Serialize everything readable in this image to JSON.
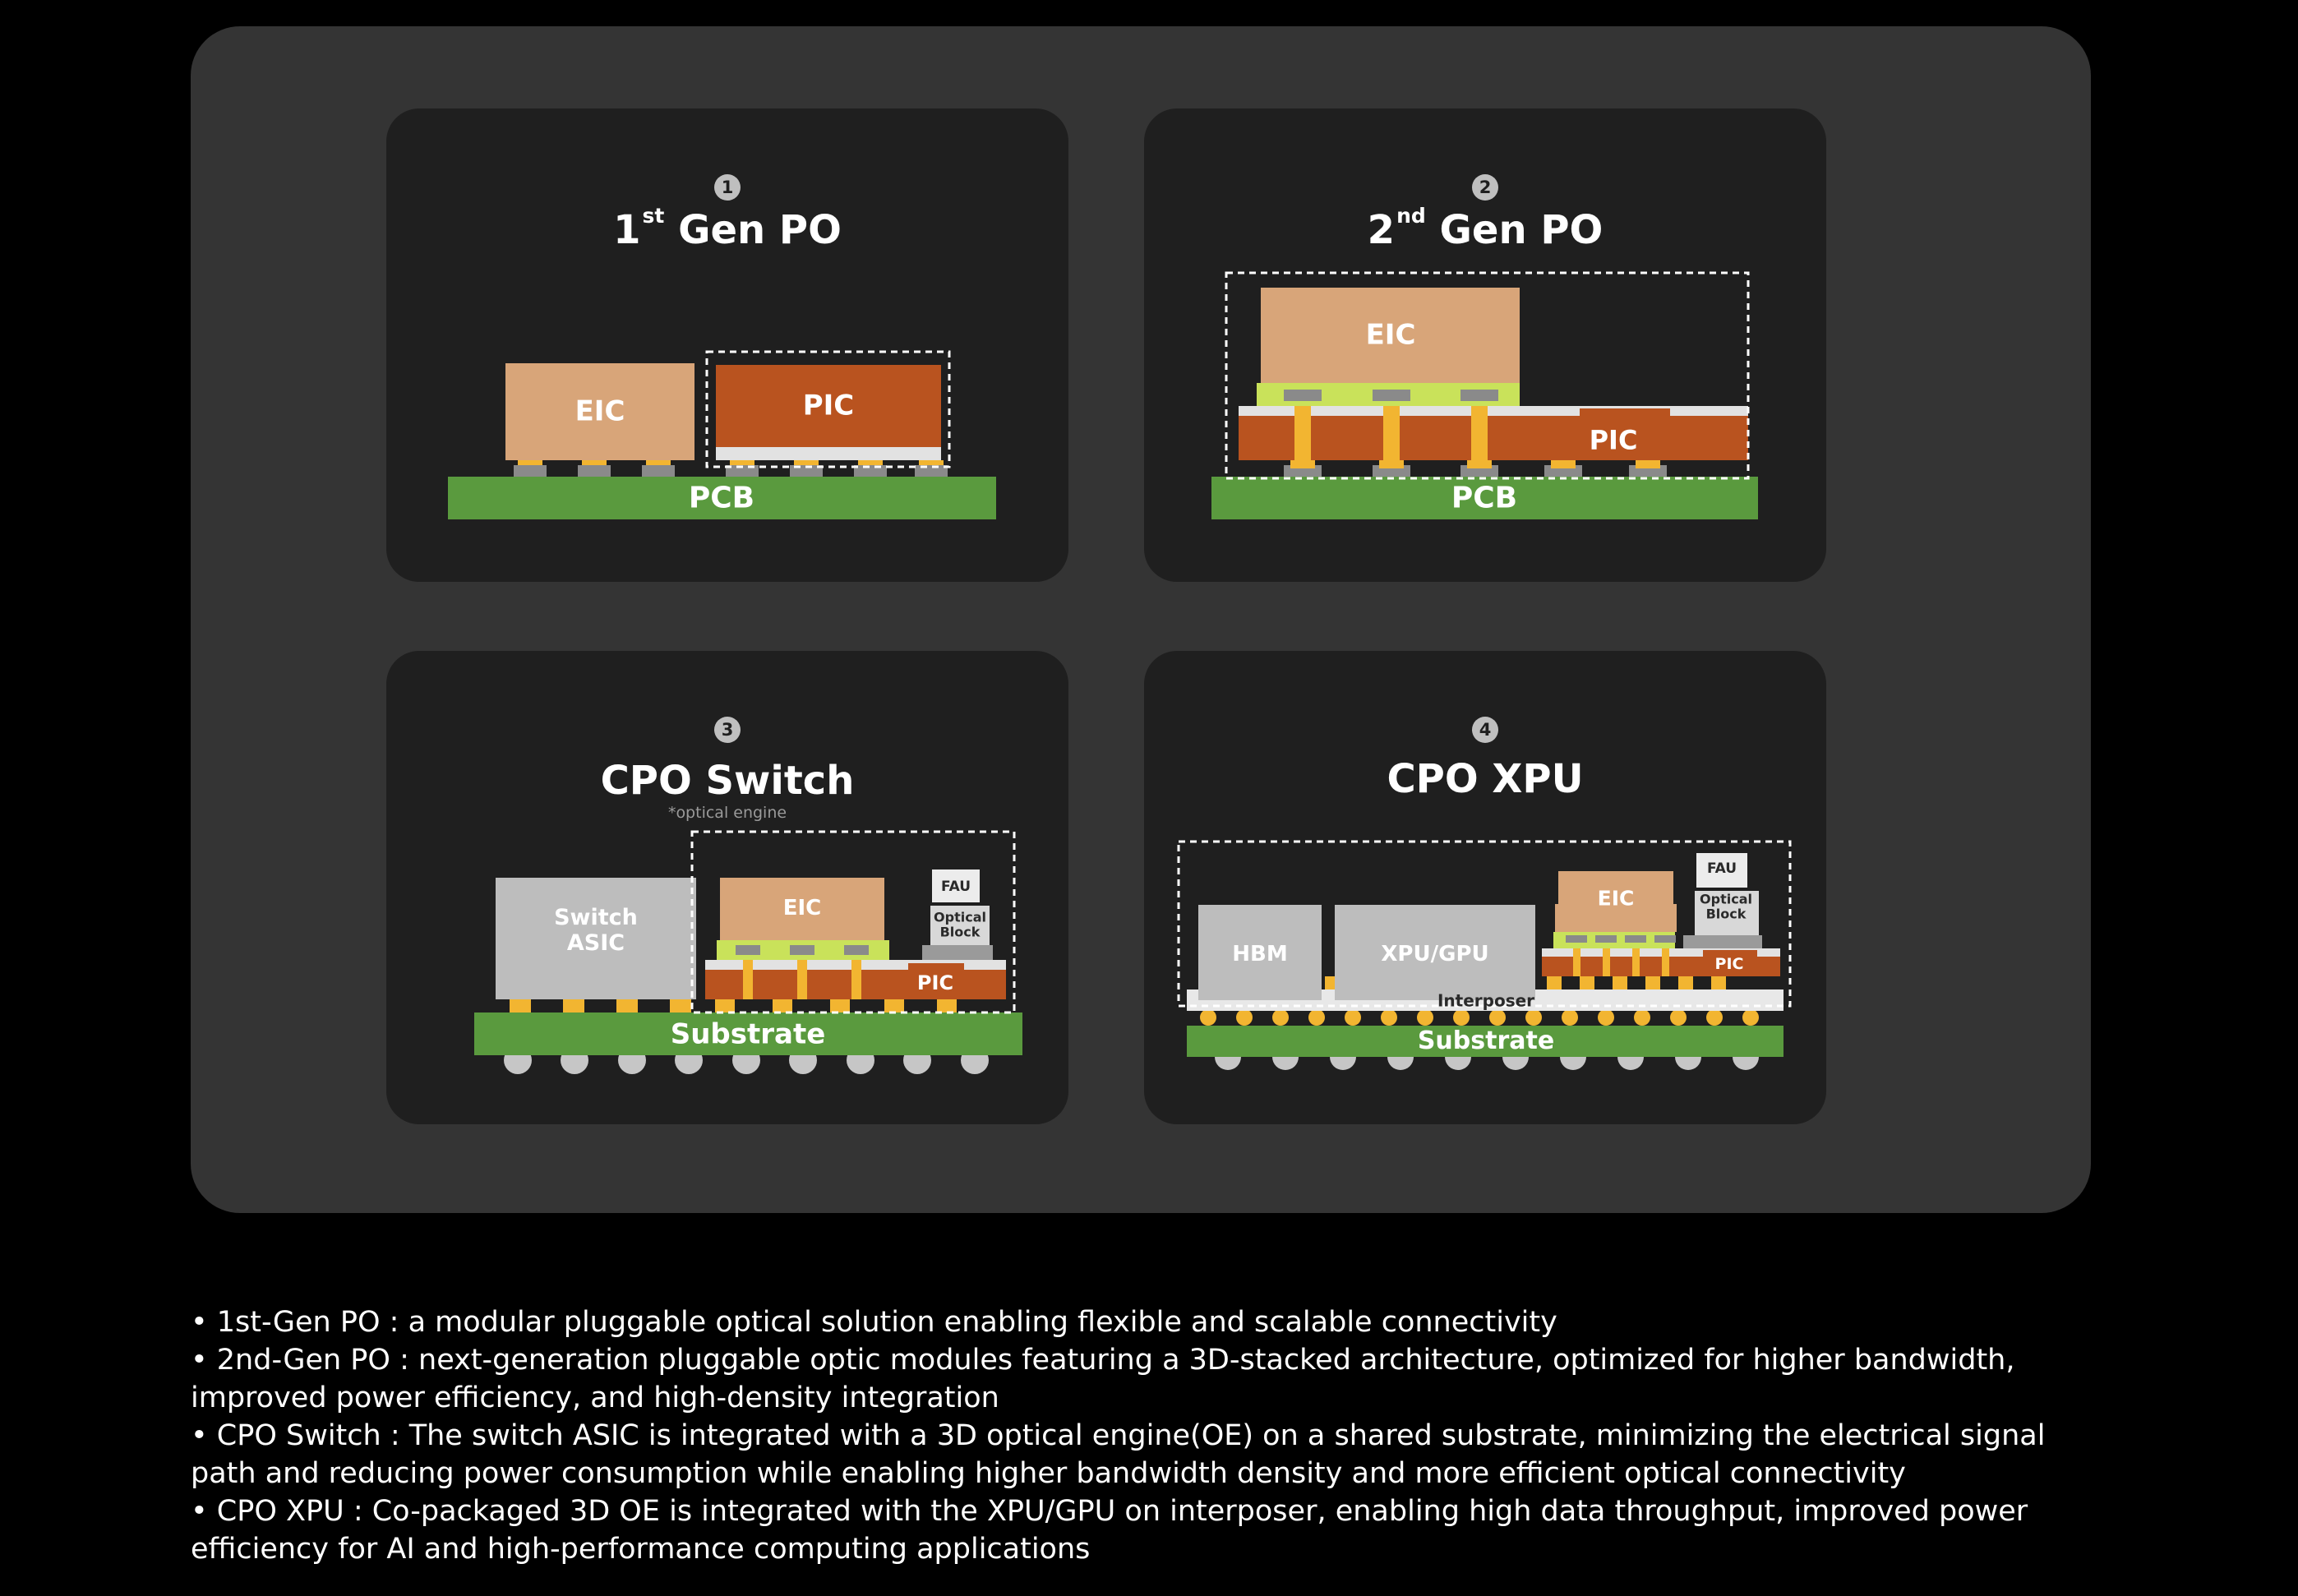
{
  "cards": [
    {
      "number": "1",
      "title_main": "1",
      "title_sup": "st",
      "title_rest": " Gen PO",
      "labels": {
        "eic": "EIC",
        "pic": "PIC",
        "pcb": "PCB"
      }
    },
    {
      "number": "2",
      "title_main": "2",
      "title_sup": "nd",
      "title_rest": " Gen PO",
      "labels": {
        "eic": "EIC",
        "pic": "PIC",
        "pcb": "PCB"
      }
    },
    {
      "number": "3",
      "title": "CPO Switch",
      "subtitle": "*optical engine",
      "labels": {
        "switch_line1": "Switch",
        "switch_line2": "ASIC",
        "eic": "EIC",
        "pic": "PIC",
        "fau": "FAU",
        "optical_line1": "Optical",
        "optical_line2": "Block",
        "substrate": "Substrate"
      }
    },
    {
      "number": "4",
      "title": "CPO XPU",
      "labels": {
        "hbm": "HBM",
        "xpu": "XPU/GPU",
        "eic": "EIC",
        "pic": "PIC",
        "fau": "FAU",
        "optical_line1": "Optical",
        "optical_line2": "Block",
        "interposer": "Interposer",
        "substrate": "Substrate"
      }
    }
  ],
  "notes": [
    "• 1st-Gen PO : a modular pluggable optical solution enabling flexible and scalable connectivity",
    "• 2nd-Gen PO : next-generation pluggable optic modules featuring a 3D-stacked architecture, optimized for higher bandwidth, improved power efficiency, and high-density integration",
    "• CPO Switch : The switch ASIC is integrated with a 3D optical engine(OE) on a shared substrate, minimizing the electrical signal path and reducing power consumption while enabling higher bandwidth density and more efficient optical connectivity",
    "• CPO XPU : Co-packaged 3D OE is integrated with the XPU/GPU on interposer, enabling high data throughput, improved power efficiency for AI and high-performance computing applications"
  ],
  "colors": {
    "pcb_green": "#5a9a3e",
    "eic_tan": "#d8a579",
    "pic_orange": "#b9531f",
    "bump_yellow": "#f2b531",
    "chip_gray": "#bdbdbd",
    "lime": "#c9e25a"
  }
}
